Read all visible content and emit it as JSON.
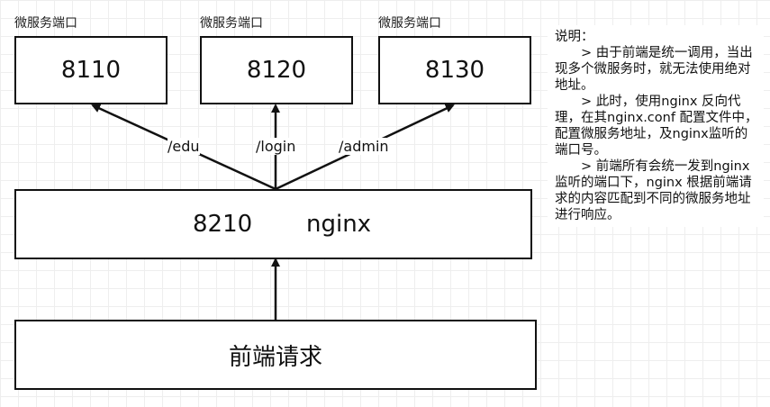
{
  "services": [
    {
      "label": "微服务端口",
      "port": "8110"
    },
    {
      "label": "微服务端口",
      "port": "8120"
    },
    {
      "label": "微服务端口",
      "port": "8130"
    }
  ],
  "routes": [
    "/edu",
    "/login",
    "/admin"
  ],
  "nginx": {
    "port": "8210",
    "name": "nginx"
  },
  "frontend": {
    "label": "前端请求"
  },
  "note": {
    "title": "说明：",
    "paragraphs": [
      "> 由于前端是统一调用，当出现多个微服务时，就无法使用绝对地址。",
      "> 此时，使用nginx 反向代理，在其nginx.conf 配置文件中，配置微服务地址，及nginx监听的端口号。",
      "> 前端所有会统一发到nginx监听的端口下，nginx 根据前端请求的内容匹配到不同的微服务地址进行响应。"
    ]
  }
}
